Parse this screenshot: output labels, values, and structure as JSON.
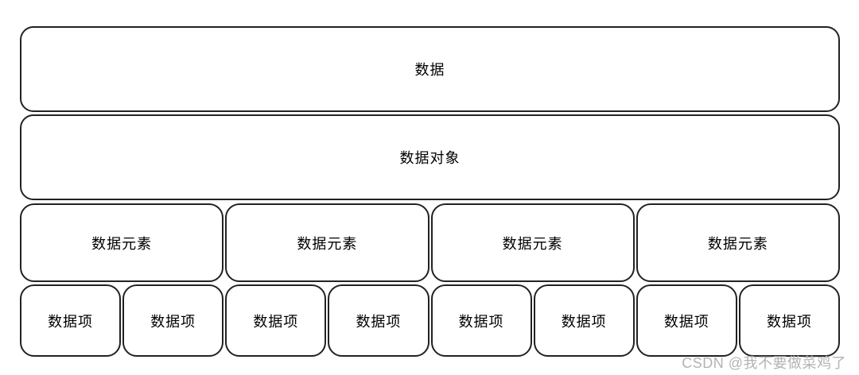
{
  "diagram": {
    "levels": {
      "data": "数据",
      "data_object": "数据对象",
      "data_elements": [
        "数据元素",
        "数据元素",
        "数据元素",
        "数据元素"
      ],
      "data_items": [
        "数据项",
        "数据项",
        "数据项",
        "数据项",
        "数据项",
        "数据项",
        "数据项",
        "数据项"
      ]
    }
  },
  "watermark": "CSDN @我不要做菜鸡了",
  "colors": {
    "background": "#ffffff",
    "box_border": "#222222",
    "box_fill": "#ffffff",
    "text": "#000000",
    "watermark": "#b3b3b3"
  }
}
